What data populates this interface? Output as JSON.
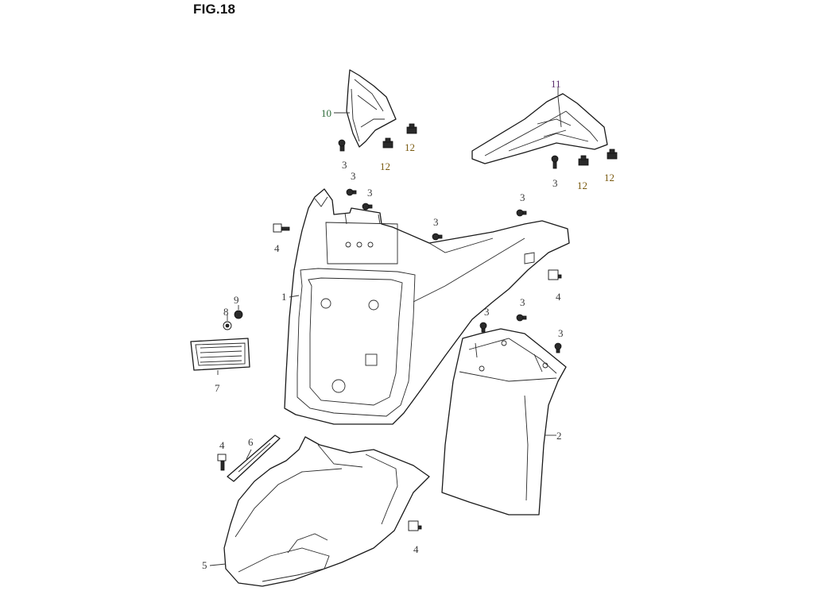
{
  "figure": {
    "title": "FIG.18"
  },
  "callouts": {
    "c1": "1",
    "c2": "2",
    "c3a": "3",
    "c3b": "3",
    "c3c": "3",
    "c3d": "3",
    "c3e": "3",
    "c3f": "3",
    "c3g": "3",
    "c3h": "3",
    "c3i": "3",
    "c4a": "4",
    "c4b": "4",
    "c4c": "4",
    "c4d": "4",
    "c5": "5",
    "c6": "6",
    "c7": "7",
    "c8": "8",
    "c9": "9",
    "c10": "10",
    "c11": "11",
    "c12a": "12",
    "c12b": "12",
    "c12c": "12",
    "c12d": "12"
  },
  "colors": {
    "callout_10": "#2e6b3a",
    "callout_11": "#5a2e6b",
    "callout_12": "#7a5a10",
    "callout_default": "#3a3a3a"
  }
}
